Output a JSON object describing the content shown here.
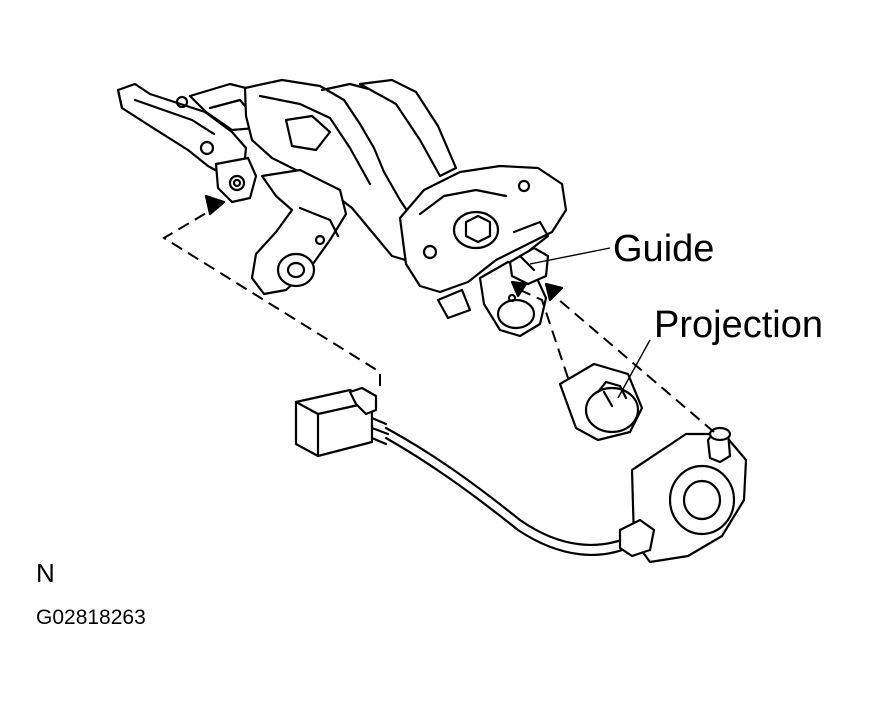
{
  "labels": {
    "guide": "Guide",
    "projection": "Projection"
  },
  "view_letter": "N",
  "figure_code": "G02818263"
}
